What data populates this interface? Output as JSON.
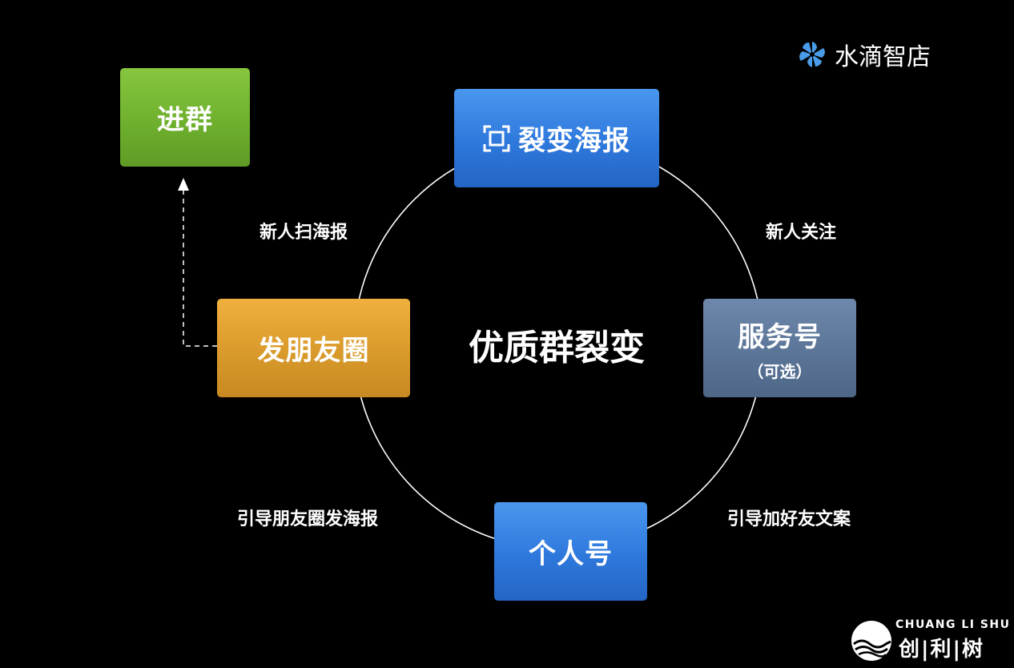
{
  "center_title": "优质群裂变",
  "nodes": {
    "poster": {
      "label": "裂变海报",
      "icon": "scan-frame-icon",
      "color": "#2e78dc"
    },
    "service": {
      "label": "服务号",
      "sublabel": "（可选）",
      "color": "#5b7598"
    },
    "personal": {
      "label": "个人号",
      "color": "#2e78dc"
    },
    "moments": {
      "label": "发朋友圈",
      "color": "#d99a2b"
    },
    "join": {
      "label": "进群",
      "color": "#6fb02e"
    }
  },
  "edges": {
    "poster_to_service": "新人关注",
    "service_to_personal": "引导加好友文案",
    "personal_to_moments": "引导朋友圈发海报",
    "moments_to_poster": "新人扫海报"
  },
  "branding": {
    "top_name": "水滴智店",
    "top_icon": "water-drop-logo-icon",
    "top_icon_color": "#4a9be8",
    "bottom_en": "CHUANG LI SHU",
    "bottom_cn": "创|利|树",
    "bottom_icon": "wave-circle-logo-icon"
  }
}
